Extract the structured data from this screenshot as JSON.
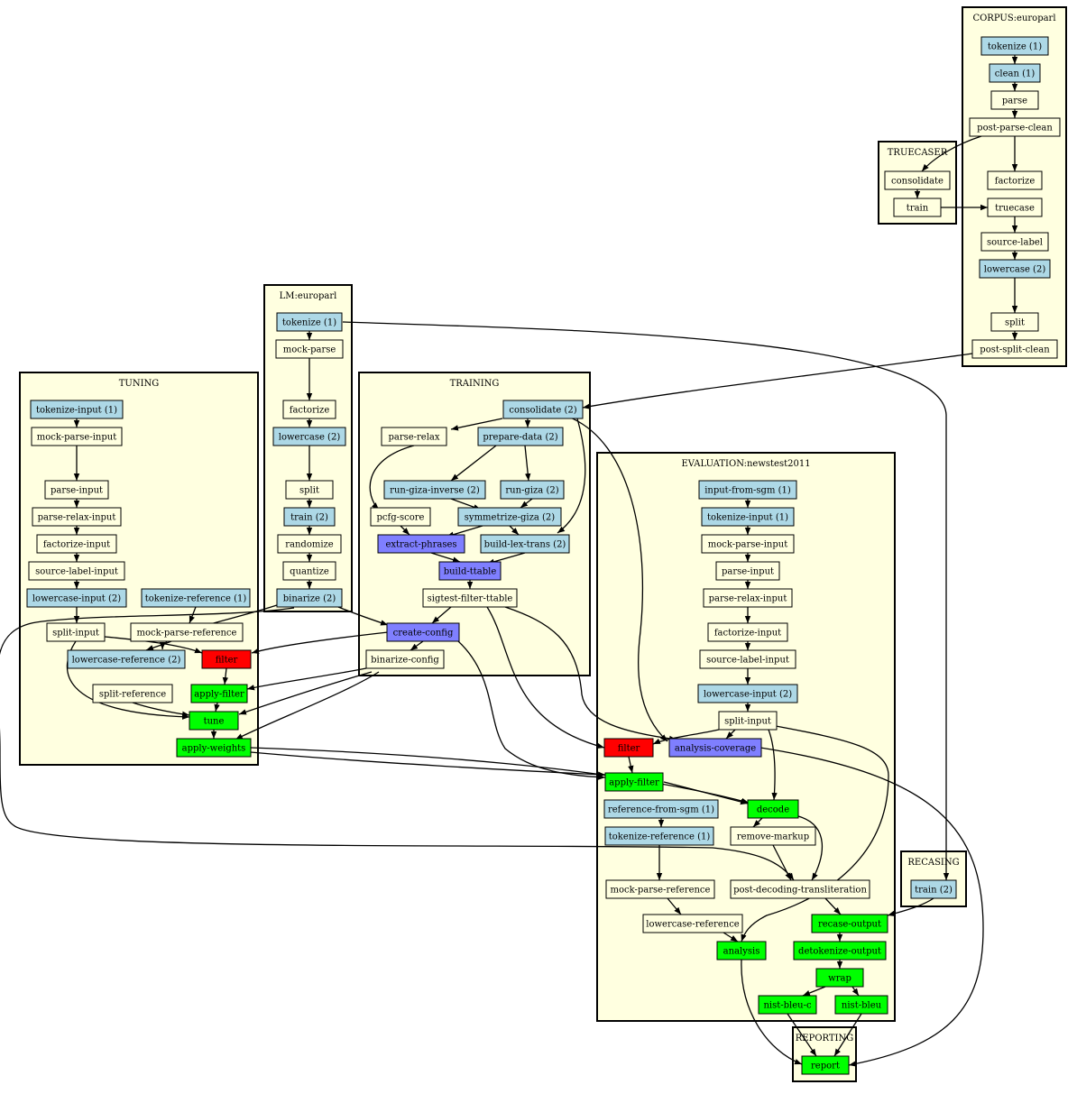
{
  "colors": {
    "cluster_fill": "#ffffe0",
    "done": "#add8e6",
    "pending": "#ffffe0",
    "running": "#00ff00",
    "failed": "#ff0000",
    "inherited": "#7f7fff"
  },
  "clusters": [
    {
      "id": "corpus",
      "title": "CORPUS:europarl"
    },
    {
      "id": "truecaser",
      "title": "TRUECASER"
    },
    {
      "id": "lm",
      "title": "LM:europarl"
    },
    {
      "id": "tuning",
      "title": "TUNING"
    },
    {
      "id": "training",
      "title": "TRAINING"
    },
    {
      "id": "evaluation",
      "title": "EVALUATION:newstest2011"
    },
    {
      "id": "recasing",
      "title": "RECASING"
    },
    {
      "id": "reporting",
      "title": "REPORTING"
    }
  ],
  "nodes": [
    {
      "id": "c_tok",
      "label": "tokenize (1)",
      "status": "done"
    },
    {
      "id": "c_clean",
      "label": "clean (1)",
      "status": "done"
    },
    {
      "id": "c_parse",
      "label": "parse",
      "status": "pending"
    },
    {
      "id": "c_ppc",
      "label": "post-parse-clean",
      "status": "pending"
    },
    {
      "id": "c_fact",
      "label": "factorize",
      "status": "pending"
    },
    {
      "id": "c_true",
      "label": "truecase",
      "status": "pending"
    },
    {
      "id": "c_sl",
      "label": "source-label",
      "status": "pending"
    },
    {
      "id": "c_lc",
      "label": "lowercase (2)",
      "status": "done"
    },
    {
      "id": "c_split",
      "label": "split",
      "status": "pending"
    },
    {
      "id": "c_psc",
      "label": "post-split-clean",
      "status": "pending"
    },
    {
      "id": "tc_cons",
      "label": "consolidate",
      "status": "pending"
    },
    {
      "id": "tc_train",
      "label": "train",
      "status": "pending"
    },
    {
      "id": "l_tok",
      "label": "tokenize (1)",
      "status": "done"
    },
    {
      "id": "l_mock",
      "label": "mock-parse",
      "status": "pending"
    },
    {
      "id": "l_fact",
      "label": "factorize",
      "status": "pending"
    },
    {
      "id": "l_lc",
      "label": "lowercase (2)",
      "status": "done"
    },
    {
      "id": "l_split",
      "label": "split",
      "status": "pending"
    },
    {
      "id": "l_train",
      "label": "train (2)",
      "status": "done"
    },
    {
      "id": "l_rand",
      "label": "randomize",
      "status": "pending"
    },
    {
      "id": "l_quant",
      "label": "quantize",
      "status": "pending"
    },
    {
      "id": "l_bin",
      "label": "binarize (2)",
      "status": "done"
    },
    {
      "id": "t_tokin",
      "label": "tokenize-input (1)",
      "status": "done"
    },
    {
      "id": "t_mockin",
      "label": "mock-parse-input",
      "status": "pending"
    },
    {
      "id": "t_parsein",
      "label": "parse-input",
      "status": "pending"
    },
    {
      "id": "t_prin",
      "label": "parse-relax-input",
      "status": "pending"
    },
    {
      "id": "t_factin",
      "label": "factorize-input",
      "status": "pending"
    },
    {
      "id": "t_slin",
      "label": "source-label-input",
      "status": "pending"
    },
    {
      "id": "t_lcin",
      "label": "lowercase-input (2)",
      "status": "done"
    },
    {
      "id": "t_tokref",
      "label": "tokenize-reference (1)",
      "status": "done"
    },
    {
      "id": "t_splitin",
      "label": "split-input",
      "status": "pending"
    },
    {
      "id": "t_mockref",
      "label": "mock-parse-reference",
      "status": "pending"
    },
    {
      "id": "t_lcref",
      "label": "lowercase-reference (2)",
      "status": "done"
    },
    {
      "id": "t_filter",
      "label": "filter",
      "status": "failed"
    },
    {
      "id": "t_splitref",
      "label": "split-reference",
      "status": "pending"
    },
    {
      "id": "t_applyf",
      "label": "apply-filter",
      "status": "running"
    },
    {
      "id": "t_tune",
      "label": "tune",
      "status": "running"
    },
    {
      "id": "t_applyw",
      "label": "apply-weights",
      "status": "running"
    },
    {
      "id": "tr_cons",
      "label": "consolidate (2)",
      "status": "done"
    },
    {
      "id": "tr_prelax",
      "label": "parse-relax",
      "status": "pending"
    },
    {
      "id": "tr_prep",
      "label": "prepare-data (2)",
      "status": "done"
    },
    {
      "id": "tr_rgi",
      "label": "run-giza-inverse (2)",
      "status": "done"
    },
    {
      "id": "tr_rg",
      "label": "run-giza (2)",
      "status": "done"
    },
    {
      "id": "tr_pcfg",
      "label": "pcfg-score",
      "status": "pending"
    },
    {
      "id": "tr_sym",
      "label": "symmetrize-giza (2)",
      "status": "done"
    },
    {
      "id": "tr_ext",
      "label": "extract-phrases",
      "status": "inherited"
    },
    {
      "id": "tr_blt",
      "label": "build-lex-trans (2)",
      "status": "done"
    },
    {
      "id": "tr_btt",
      "label": "build-ttable",
      "status": "inherited"
    },
    {
      "id": "tr_sig",
      "label": "sigtest-filter-ttable",
      "status": "pending"
    },
    {
      "id": "tr_cc",
      "label": "create-config",
      "status": "inherited"
    },
    {
      "id": "tr_bc",
      "label": "binarize-config",
      "status": "pending"
    },
    {
      "id": "e_ifs",
      "label": "input-from-sgm (1)",
      "status": "done"
    },
    {
      "id": "e_tokin",
      "label": "tokenize-input (1)",
      "status": "done"
    },
    {
      "id": "e_mockin",
      "label": "mock-parse-input",
      "status": "pending"
    },
    {
      "id": "e_parsein",
      "label": "parse-input",
      "status": "pending"
    },
    {
      "id": "e_prin",
      "label": "parse-relax-input",
      "status": "pending"
    },
    {
      "id": "e_factin",
      "label": "factorize-input",
      "status": "pending"
    },
    {
      "id": "e_slin",
      "label": "source-label-input",
      "status": "pending"
    },
    {
      "id": "e_lcin",
      "label": "lowercase-input (2)",
      "status": "done"
    },
    {
      "id": "e_splitin",
      "label": "split-input",
      "status": "pending"
    },
    {
      "id": "e_filter",
      "label": "filter",
      "status": "failed"
    },
    {
      "id": "e_cov",
      "label": "analysis-coverage",
      "status": "inherited"
    },
    {
      "id": "e_applyf",
      "label": "apply-filter",
      "status": "running"
    },
    {
      "id": "e_rfs",
      "label": "reference-from-sgm (1)",
      "status": "done"
    },
    {
      "id": "e_decode",
      "label": "decode",
      "status": "running"
    },
    {
      "id": "e_tokref",
      "label": "tokenize-reference (1)",
      "status": "done"
    },
    {
      "id": "e_rmk",
      "label": "remove-markup",
      "status": "pending"
    },
    {
      "id": "e_mockref",
      "label": "mock-parse-reference",
      "status": "pending"
    },
    {
      "id": "e_pdt",
      "label": "post-decoding-transliteration",
      "status": "pending"
    },
    {
      "id": "e_lcref",
      "label": "lowercase-reference",
      "status": "pending"
    },
    {
      "id": "e_recase",
      "label": "recase-output",
      "status": "running"
    },
    {
      "id": "e_analysis",
      "label": "analysis",
      "status": "running"
    },
    {
      "id": "e_detok",
      "label": "detokenize-output",
      "status": "running"
    },
    {
      "id": "e_wrap",
      "label": "wrap",
      "status": "running"
    },
    {
      "id": "e_nbc",
      "label": "nist-bleu-c",
      "status": "running"
    },
    {
      "id": "e_nb",
      "label": "nist-bleu",
      "status": "running"
    },
    {
      "id": "rc_train",
      "label": "train (2)",
      "status": "done"
    },
    {
      "id": "rp_report",
      "label": "report",
      "status": "running"
    }
  ]
}
